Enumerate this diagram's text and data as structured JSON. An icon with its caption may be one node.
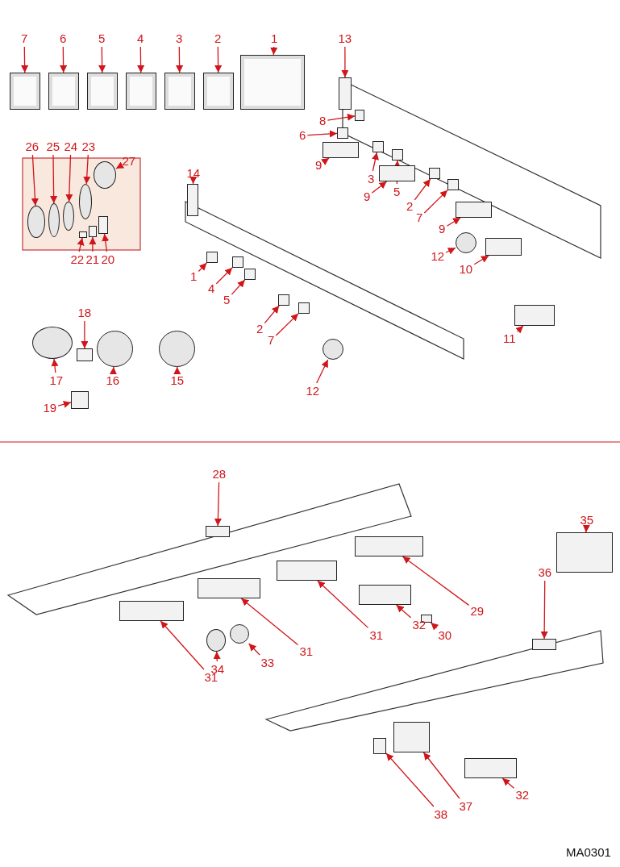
{
  "diagram": {
    "nodes": [
      {
        "text": [
          "7"
        ]
      },
      {
        "text": [],
        "shape": "box"
      },
      {
        "text": [
          "6"
        ]
      },
      {
        "text": [],
        "shape": "box"
      },
      {
        "text": [
          "5"
        ]
      },
      {
        "text": [],
        "shape": "box"
      },
      {
        "text": [
          "4"
        ]
      },
      {
        "text": [],
        "shape": "box"
      },
      {
        "text": [
          "3"
        ]
      },
      {
        "text": [],
        "shape": "box"
      },
      {
        "text": [
          "2"
        ]
      },
      {
        "text": [],
        "shape": "box"
      },
      {
        "text": [
          "1"
        ]
      },
      {
        "text": [],
        "shape": "box"
      },
      {
        "text": [
          "13"
        ]
      },
      {
        "text": [],
        "shape": "box"
      },
      {
        "text": [
          "8"
        ]
      },
      {
        "text": [],
        "shape": "box"
      },
      {
        "text": [
          "6"
        ]
      },
      {
        "text": [],
        "shape": "box"
      },
      {
        "text": [
          "9"
        ]
      },
      {
        "text": [],
        "shape": "box"
      },
      {
        "text": [
          "3"
        ]
      },
      {
        "text": [],
        "shape": "box"
      },
      {
        "text": [
          "5"
        ]
      },
      {
        "text": [],
        "shape": "box"
      },
      {
        "text": [
          "9"
        ]
      },
      {
        "text": [],
        "shape": "box"
      },
      {
        "text": [
          "2"
        ]
      },
      {
        "text": [],
        "shape": "box"
      },
      {
        "text": [
          "7"
        ]
      },
      {
        "text": [],
        "shape": "box"
      },
      {
        "text": [
          "9"
        ]
      },
      {
        "text": [],
        "shape": "box"
      },
      {
        "text": [
          "12"
        ]
      },
      {
        "text": [],
        "shape": "circle"
      },
      {
        "text": [
          "10"
        ]
      },
      {
        "text": [],
        "shape": "box"
      },
      {
        "text": [
          "14"
        ]
      },
      {
        "text": [],
        "shape": "box"
      },
      {
        "text": [
          "1"
        ]
      },
      {
        "text": [],
        "shape": "box"
      },
      {
        "text": [
          "4"
        ]
      },
      {
        "text": [],
        "shape": "box"
      },
      {
        "text": [
          "5"
        ]
      },
      {
        "text": [],
        "shape": "box"
      },
      {
        "text": [
          "2"
        ]
      },
      {
        "text": [],
        "shape": "box"
      },
      {
        "text": [
          "7"
        ]
      },
      {
        "text": [],
        "shape": "box"
      },
      {
        "text": [
          "11"
        ]
      },
      {
        "text": [],
        "shape": "box"
      },
      {
        "text": [
          "12"
        ]
      },
      {
        "text": [],
        "shape": "circle"
      },
      {
        "text": [
          "26"
        ]
      },
      {
        "text": [],
        "shape": "circle"
      },
      {
        "text": [
          "25"
        ]
      },
      {
        "text": [],
        "shape": "circle"
      },
      {
        "text": [
          "24"
        ]
      },
      {
        "text": [],
        "shape": "circle"
      },
      {
        "text": [
          "23"
        ]
      },
      {
        "text": [],
        "shape": "circle"
      },
      {
        "text": [
          "27"
        ]
      },
      {
        "text": [],
        "shape": "circle"
      },
      {
        "text": [
          "22"
        ]
      },
      {
        "text": [],
        "shape": "box"
      },
      {
        "text": [
          "21"
        ]
      },
      {
        "text": [],
        "shape": "box"
      },
      {
        "text": [
          "20"
        ]
      },
      {
        "text": [],
        "shape": "box"
      },
      {
        "text": [
          "18"
        ]
      },
      {
        "text": [],
        "shape": "box"
      },
      {
        "text": [
          "17"
        ]
      },
      {
        "text": [],
        "shape": "circle"
      },
      {
        "text": [
          "16"
        ]
      },
      {
        "text": [],
        "shape": "circle"
      },
      {
        "text": [
          "15"
        ]
      },
      {
        "text": [],
        "shape": "circle"
      },
      {
        "text": [
          "19"
        ]
      },
      {
        "text": [],
        "shape": "box"
      },
      {
        "text": [
          "28"
        ]
      },
      {
        "text": [],
        "shape": "box"
      },
      {
        "text": [
          "35"
        ]
      },
      {
        "text": [],
        "shape": "box"
      },
      {
        "text": [
          "36"
        ]
      },
      {
        "text": [],
        "shape": "box"
      },
      {
        "text": [
          "29"
        ]
      },
      {
        "text": [],
        "shape": "box"
      },
      {
        "text": [
          "30"
        ]
      },
      {
        "text": [],
        "shape": "box"
      },
      {
        "text": [
          "32"
        ]
      },
      {
        "text": [],
        "shape": "box"
      },
      {
        "text": [
          "31"
        ]
      },
      {
        "text": [],
        "shape": "box"
      },
      {
        "text": [
          "31"
        ]
      },
      {
        "text": [],
        "shape": "box"
      },
      {
        "text": [
          "33"
        ]
      },
      {
        "text": [],
        "shape": "circle"
      },
      {
        "text": [
          "34"
        ]
      },
      {
        "text": [],
        "shape": "circle"
      },
      {
        "text": [
          "31"
        ]
      },
      {
        "text": [],
        "shape": "box"
      },
      {
        "text": [
          "32"
        ]
      },
      {
        "text": [],
        "shape": "box"
      },
      {
        "text": [
          "37"
        ]
      },
      {
        "text": [],
        "shape": "box"
      },
      {
        "text": [
          "38"
        ]
      },
      {
        "text": [],
        "shape": "box"
      }
    ],
    "edges": [
      {
        "from": 0,
        "to": 1,
        "arrow": "to"
      },
      {
        "from": 2,
        "to": 3,
        "arrow": "to"
      },
      {
        "from": 4,
        "to": 5,
        "arrow": "to"
      },
      {
        "from": 6,
        "to": 7,
        "arrow": "to"
      },
      {
        "from": 8,
        "to": 9,
        "arrow": "to"
      },
      {
        "from": 10,
        "to": 11,
        "arrow": "to"
      },
      {
        "from": 12,
        "to": 13,
        "arrow": "to"
      },
      {
        "from": 14,
        "to": 15,
        "arrow": "to"
      },
      {
        "from": 16,
        "to": 17,
        "arrow": "to"
      },
      {
        "from": 18,
        "to": 19,
        "arrow": "to"
      },
      {
        "from": 20,
        "to": 21,
        "arrow": "to"
      },
      {
        "from": 22,
        "to": 23,
        "arrow": "to"
      },
      {
        "from": 24,
        "to": 25,
        "arrow": "to"
      },
      {
        "from": 26,
        "to": 27,
        "arrow": "to"
      },
      {
        "from": 28,
        "to": 29,
        "arrow": "to"
      },
      {
        "from": 30,
        "to": 31,
        "arrow": "to"
      },
      {
        "from": 32,
        "to": 33,
        "arrow": "to"
      },
      {
        "from": 34,
        "to": 35,
        "arrow": "to"
      },
      {
        "from": 36,
        "to": 37,
        "arrow": "to"
      },
      {
        "from": 38,
        "to": 39,
        "arrow": "to"
      },
      {
        "from": 40,
        "to": 41,
        "arrow": "to"
      },
      {
        "from": 42,
        "to": 43,
        "arrow": "to"
      },
      {
        "from": 44,
        "to": 45,
        "arrow": "to"
      },
      {
        "from": 46,
        "to": 47,
        "arrow": "to"
      },
      {
        "from": 48,
        "to": 49,
        "arrow": "to"
      },
      {
        "from": 50,
        "to": 51,
        "arrow": "to"
      },
      {
        "from": 52,
        "to": 53,
        "arrow": "to"
      },
      {
        "from": 54,
        "to": 55,
        "arrow": "to"
      },
      {
        "from": 56,
        "to": 57,
        "arrow": "to"
      },
      {
        "from": 58,
        "to": 59,
        "arrow": "to"
      },
      {
        "from": 60,
        "to": 61,
        "arrow": "to"
      },
      {
        "from": 62,
        "to": 63,
        "arrow": "to"
      },
      {
        "from": 64,
        "to": 65,
        "arrow": "to"
      },
      {
        "from": 66,
        "to": 67,
        "arrow": "to"
      },
      {
        "from": 68,
        "to": 69,
        "arrow": "to"
      },
      {
        "from": 70,
        "to": 71,
        "arrow": "to"
      },
      {
        "from": 72,
        "to": 73,
        "arrow": "to"
      },
      {
        "from": 74,
        "to": 75,
        "arrow": "to"
      },
      {
        "from": 76,
        "to": 77,
        "arrow": "to"
      },
      {
        "from": 78,
        "to": 79,
        "arrow": "to"
      },
      {
        "from": 80,
        "to": 81,
        "arrow": "to"
      },
      {
        "from": 82,
        "to": 83,
        "arrow": "to"
      },
      {
        "from": 84,
        "to": 85,
        "arrow": "to"
      },
      {
        "from": 86,
        "to": 87,
        "arrow": "to"
      },
      {
        "from": 88,
        "to": 89,
        "arrow": "to"
      },
      {
        "from": 90,
        "to": 91,
        "arrow": "to"
      },
      {
        "from": 92,
        "to": 93,
        "arrow": "to"
      },
      {
        "from": 94,
        "to": 95,
        "arrow": "to"
      },
      {
        "from": 96,
        "to": 97,
        "arrow": "to"
      },
      {
        "from": 98,
        "to": 99,
        "arrow": "to"
      },
      {
        "from": 100,
        "to": 101,
        "arrow": "to"
      },
      {
        "from": 102,
        "to": 103,
        "arrow": "to"
      },
      {
        "from": 104,
        "to": 105,
        "arrow": "to"
      },
      {
        "from": 106,
        "to": 107,
        "arrow": "to"
      }
    ],
    "labels": [
      "MA0301"
    ]
  }
}
